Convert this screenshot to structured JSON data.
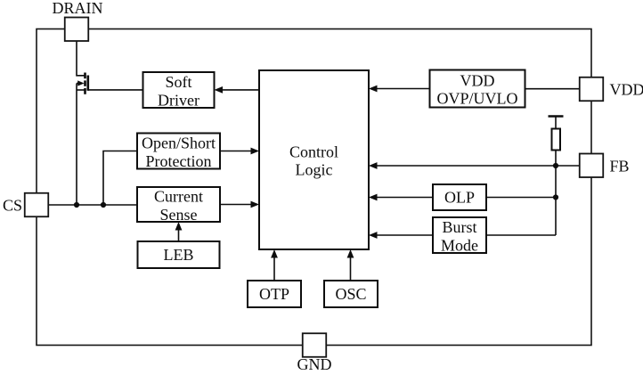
{
  "diagram": {
    "title": "IC functional block diagram",
    "background_color": "#ffffff",
    "line_color": "#0d0d0d"
  },
  "pins": {
    "drain": {
      "label": "DRAIN"
    },
    "vdd": {
      "label": "VDD"
    },
    "fb": {
      "label": "FB"
    },
    "cs": {
      "label": "CS"
    },
    "gnd": {
      "label": "GND"
    }
  },
  "blocks": {
    "soft_driver": {
      "line1": "Soft",
      "line2": "Driver"
    },
    "open_short": {
      "line1": "Open/Short",
      "line2": "Protection"
    },
    "current_sense": {
      "line1": "Current",
      "line2": "Sense"
    },
    "leb": {
      "label": "LEB"
    },
    "control_logic": {
      "line1": "Control",
      "line2": "Logic"
    },
    "vdd_ovp_uvlo": {
      "line1": "VDD",
      "line2": "OVP/UVLO"
    },
    "olp": {
      "label": "OLP"
    },
    "burst_mode": {
      "line1": "Burst",
      "line2": "Mode"
    },
    "otp": {
      "label": "OTP"
    },
    "osc": {
      "label": "OSC"
    }
  },
  "symbols": {
    "mosfet": "power-mosfet",
    "resistor": "feedback-resistor"
  }
}
